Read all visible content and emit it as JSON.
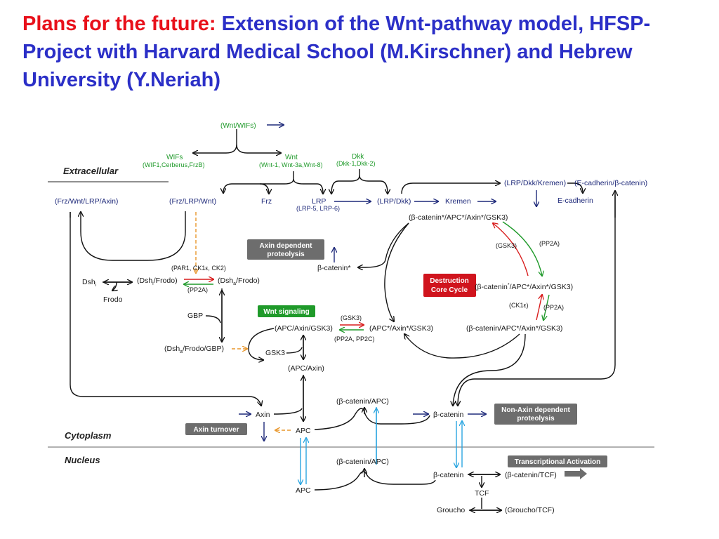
{
  "slide": {
    "title_red": "Plans for the future:",
    "title_blue": " Extension of the Wnt-pathway model, HFSP-Project with Harvard Medical School (M.Kirschner) and Hebrew University (Y.Neriah)"
  },
  "sections": {
    "extracellular": "Extracellular",
    "cytoplasm": "Cytoplasm",
    "nucleus": "Nucleus"
  },
  "boxes": {
    "axin_dependent": [
      "Axin dependent",
      "proteolysis"
    ],
    "wnt_signaling": "Wnt signaling",
    "destruction": [
      "Destruction",
      "Core Cycle"
    ],
    "axin_turnover": "Axin turnover",
    "non_axin": [
      "Non-Axin dependent",
      "proteolysis"
    ],
    "transcriptional": "Transcriptional Activation"
  },
  "nodes": {
    "wnt_wifs": "(Wnt/WIFs)",
    "wifs": "WIFs",
    "wifs_sub": "(WIF1,Cerberus,FrzB)",
    "wnt": "Wnt",
    "wnt_sub": "(Wnt-1, Wnt-3a,Wnt-8)",
    "dkk": "Dkk",
    "dkk_sub": "(Dkk-1,Dkk-2)",
    "frz_wnt_lrp_axin": "(Frz/Wnt/LRP/Axin)",
    "frz_lrp_wnt": "(Frz/LRP/Wnt)",
    "frz": "Frz",
    "lrp": "LRP",
    "lrp_sub": "(LRP-5, LRP-6)",
    "lrp_dkk": "(LRP/Dkk)",
    "kremen": "Kremen",
    "lrp_dkk_kremen": "(LRP/Dkk/Kremen)",
    "ecad_bcat": "(E-cadherin/β-catenin)",
    "ecad": "E-cadherin",
    "bcat_apc_axin_gsk3_star": "(β-catenin*/APC*/Axin*/GSK3)",
    "bcat_star": "β-catenin*",
    "gsk3_l": "(GSK3)",
    "pp2a_r": "(PP2A)",
    "par_ck": "(PAR1, CK1ε, CK2)",
    "dsh_i": "Dsh",
    "dsh_i_sub": "i",
    "dsh_frodo": "(Dsh",
    "dsh_frodo_sub": "i",
    "dsh_frodo_tail": "/Frodo)",
    "dsha_frodo": "(Dsh",
    "dsha_frodo_sub": "a",
    "dsha_frodo_tail": "/Frodo)",
    "pp2a_mid": "(PP2A)",
    "frodo": "Frodo",
    "bcat_apc_axin_gsk3_mid": "(β-catenin",
    "bcat_apc_axin_gsk3_mid_sup": "*",
    "bcat_apc_axin_gsk3_mid_tail": "/APC*/Axin*/GSK3)",
    "ck1e": "(CK1ε)",
    "pp2a_r2": "(PP2A)",
    "gbp": "GBP",
    "gsk3_top": "(GSK3)",
    "apc_axin_gsk3": "(APC/Axin/GSK3)",
    "apc_star_axin_gsk3": "(APC*/Axin*/GSK3)",
    "bcat_apc_star_axin_gsk3": "(β-catenin/APC*/Axin*/GSK3)",
    "pp2a_pp2c": "(PP2A, PP2C)",
    "dsha_frodo_gbp": "(Dsh",
    "dsha_frodo_gbp_sub": "a",
    "dsha_frodo_gbp_tail": "/Frodo/GBP)",
    "gsk3": "GSK3",
    "apc_axin": "(APC/Axin)",
    "bcat_apc_cyt": "(β-catenin/APC)",
    "axin": "Axin",
    "apc_cyt": "APC",
    "bcat_cyt": "β-catenin",
    "bcat_apc_nuc": "(β-catenin/APC)",
    "bcat_nuc": "β-catenin",
    "bcat_tcf": "(β-catenin/TCF)",
    "apc_nuc": "APC",
    "tcf": "TCF",
    "groucho": "Groucho",
    "groucho_tcf": "(Groucho/TCF)"
  },
  "colors": {
    "title_blue": "#2b2fc7",
    "title_red": "#e8101a",
    "box_gray": "#6d6d6d",
    "box_green": "#1f9a2a",
    "box_red": "#d0141d",
    "arrow_navy": "#1f2a7a",
    "arrow_red": "#d81c1c",
    "arrow_green": "#1f9a2a",
    "arrow_orange": "#e8962a",
    "arrow_cyan": "#2aa5e0"
  }
}
